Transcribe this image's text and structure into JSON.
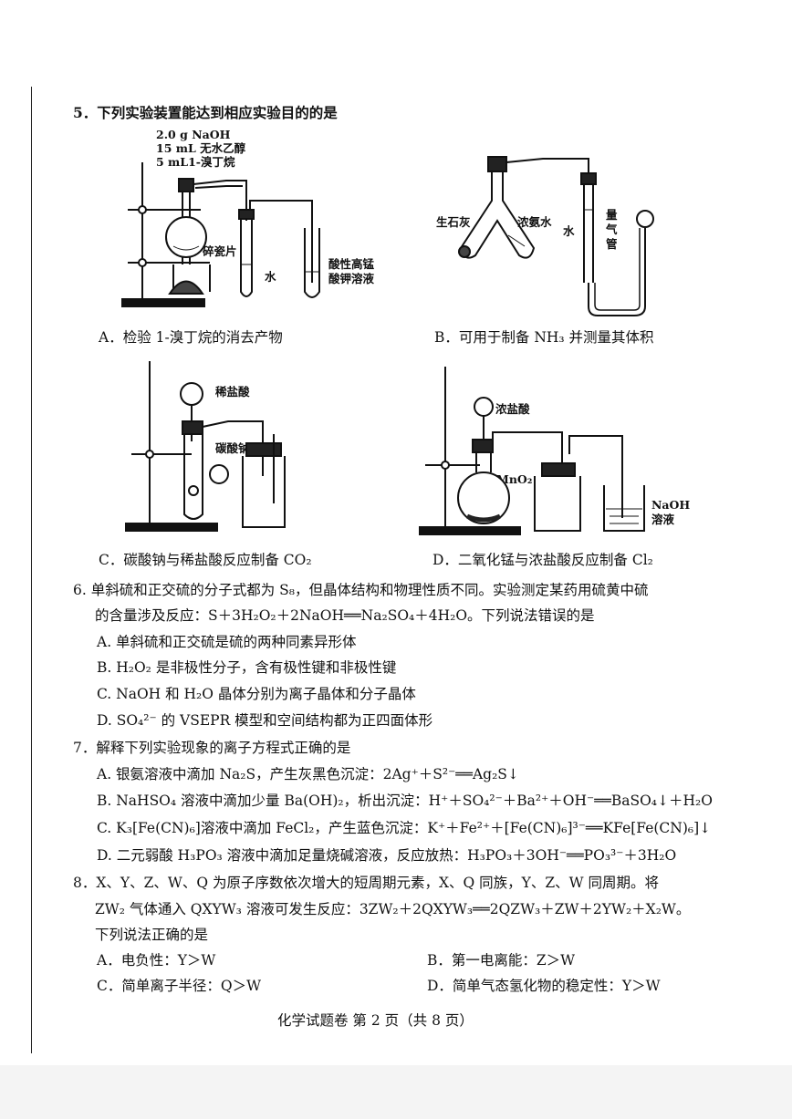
{
  "q5": {
    "stem": "5．下列实验装置能达到相应实验目的的是",
    "figA": {
      "labels": [
        "2.0 g NaOH",
        "15 mL 无水乙醇",
        "5 mL1-溴丁烷",
        "碎瓷片",
        "水",
        "酸性高锰",
        "酸钾溶液"
      ],
      "caption": "A．检验 1-溴丁烷的消去产物"
    },
    "figB": {
      "labels": [
        "生石灰",
        "浓氨水",
        "水",
        "量",
        "气",
        "管"
      ],
      "caption": "B．可用于制备 NH₃ 并测量其体积"
    },
    "figC": {
      "labels": [
        "稀盐酸",
        "碳酸钠"
      ],
      "caption": "C．碳酸钠与稀盐酸反应制备 CO₂"
    },
    "figD": {
      "labels": [
        "浓盐酸",
        "MnO₂",
        "NaOH",
        "溶液"
      ],
      "caption": "D．二氧化锰与浓盐酸反应制备 Cl₂"
    }
  },
  "q6": {
    "stem1": "6. 单斜硫和正交硫的分子式都为 S₈，但晶体结构和物理性质不同。实验测定某药用硫黄中硫",
    "stem2": "的含量涉及反应：S＋3H₂O₂＋2NaOH══Na₂SO₄＋4H₂O。下列说法错误的是",
    "options": [
      "A. 单斜硫和正交硫是硫的两种同素异形体",
      "B. H₂O₂ 是非极性分子，含有极性键和非极性键",
      "C. NaOH 和 H₂O 晶体分别为离子晶体和分子晶体",
      "D. SO₄²⁻ 的 VSEPR 模型和空间结构都为正四面体形"
    ]
  },
  "q7": {
    "stem": "7．解释下列实验现象的离子方程式正确的是",
    "options": [
      "A. 银氨溶液中滴加 Na₂S，产生灰黑色沉淀：2Ag⁺＋S²⁻══Ag₂S↓",
      "B. NaHSO₄ 溶液中滴加少量 Ba(OH)₂，析出沉淀：H⁺＋SO₄²⁻＋Ba²⁺＋OH⁻══BaSO₄↓＋H₂O",
      "C. K₃[Fe(CN)₆]溶液中滴加 FeCl₂，产生蓝色沉淀：K⁺＋Fe²⁺＋[Fe(CN)₆]³⁻══KFe[Fe(CN)₆]↓",
      "D. 二元弱酸 H₃PO₃ 溶液中滴加足量烧碱溶液，反应放热：H₃PO₃＋3OH⁻══PO₃³⁻＋3H₂O"
    ]
  },
  "q8": {
    "stem1": "8．X、Y、Z、W、Q 为原子序数依次增大的短周期元素，X、Q 同族，Y、Z、W 同周期。将",
    "stem2": "ZW₂ 气体通入 QXYW₃ 溶液可发生反应：3ZW₂＋2QXYW₃══2QZW₃＋ZW＋2YW₂＋X₂W。",
    "stem3": "下列说法正确的是",
    "options": [
      "A．电负性：Y＞W",
      "B．第一电离能：Z＞W",
      "C．简单离子半径：Q＞W",
      "D．简单气态氢化物的稳定性：Y＞W"
    ]
  },
  "footer": "化学试题卷 第 2 页（共 8 页）"
}
